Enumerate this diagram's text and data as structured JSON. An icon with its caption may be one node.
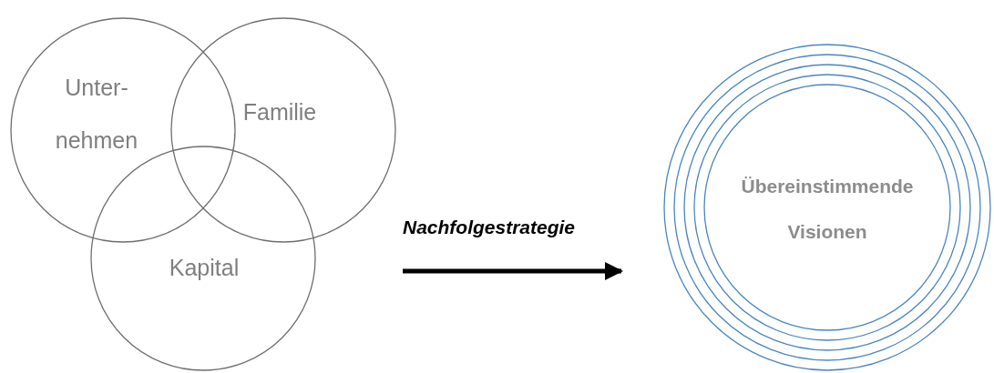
{
  "diagram": {
    "nodes": [
      {
        "text": [
          "Unter- nehmen"
        ]
      },
      {
        "text": [
          "Familie"
        ]
      },
      {
        "text": [
          "Kapital"
        ]
      },
      {
        "text": [
          "Übereinstimmende Visionen"
        ]
      }
    ],
    "edges": [
      {
        "from": null,
        "to": 3,
        "arrow": "to",
        "label": "Nachfolgestrategie"
      }
    ]
  }
}
